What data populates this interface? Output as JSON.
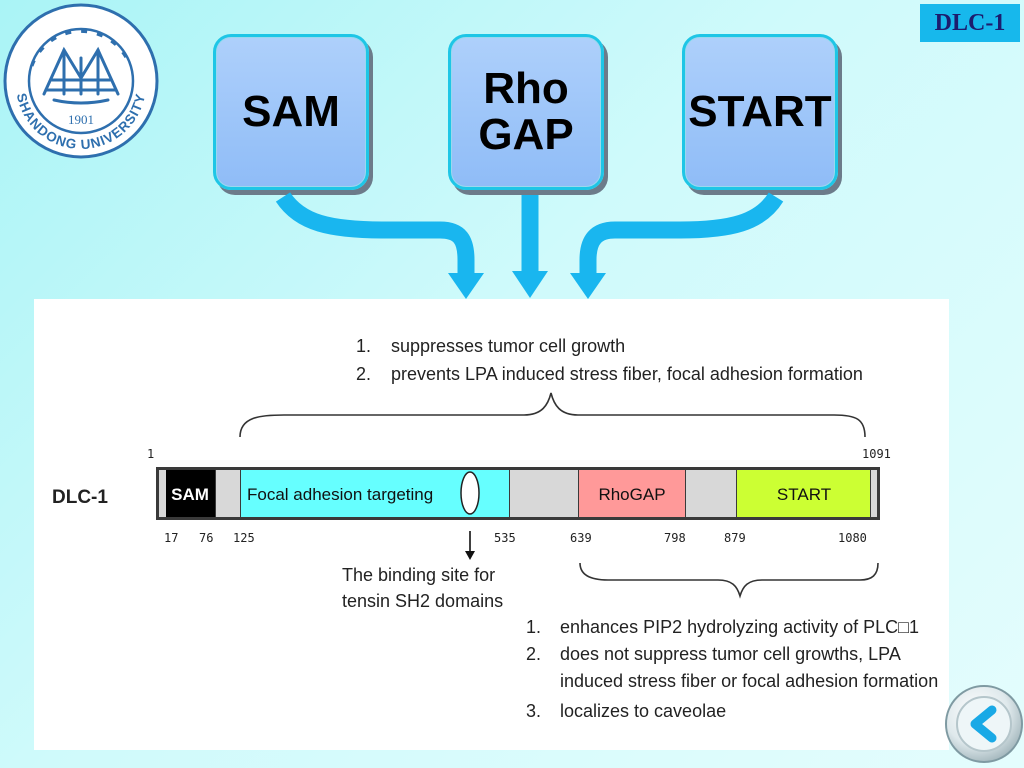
{
  "tag": "DLC-1",
  "logo": {
    "year": "1901",
    "name": "SHANDONG UNIVERSITY"
  },
  "domains": {
    "sam": "SAM",
    "rhogap_line1": "Rho",
    "rhogap_line2": "GAP",
    "start": "START"
  },
  "figure": {
    "top_functions": [
      "suppresses tumor cell growth",
      "prevents LPA induced stress fiber, focal adhesion formation"
    ],
    "top_numbers": [
      "1.",
      "2."
    ],
    "protein_label": "DLC-1",
    "start_pos": "1",
    "end_pos": "1091",
    "segments": {
      "sam": "SAM",
      "fat": "Focal adhesion targeting",
      "rhogap": "RhoGAP",
      "start": "START"
    },
    "positions": [
      "17",
      "76",
      "125",
      "535",
      "639",
      "798",
      "879",
      "1080"
    ],
    "binding_site_line1": "The binding site for",
    "binding_site_line2": "tensin SH2 domains",
    "bottom_numbers": [
      "1.",
      "2.",
      "",
      "3."
    ],
    "bottom_functions": [
      "enhances PIP2 hydrolyzing activity of PLC□1",
      "does not suppress tumor cell growths, LPA",
      "induced stress fiber or focal adhesion formation",
      "localizes to caveolae"
    ]
  },
  "colors": {
    "sam": "#000000",
    "fat": "#66ffff",
    "rhogap": "#ff9999",
    "start": "#ccff33",
    "spacer": "#d8d8d8",
    "arrow": "#19b6ef",
    "box": "#99c6f9"
  },
  "icons": {
    "logo": "shandong-university-seal",
    "back": "back-arrow-icon"
  }
}
